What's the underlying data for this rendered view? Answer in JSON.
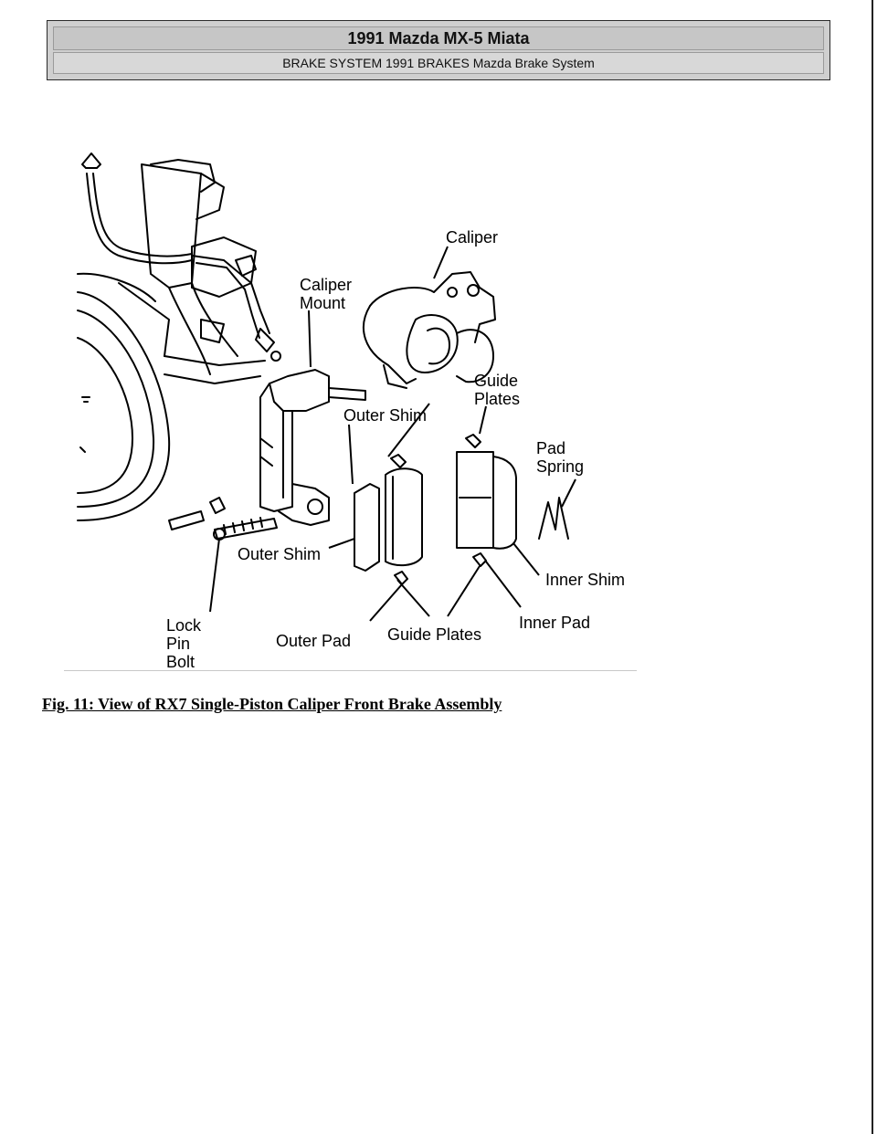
{
  "header": {
    "title": "1991 Mazda MX-5 Miata",
    "subtitle": "BRAKE SYSTEM 1991 BRAKES Mazda Brake System"
  },
  "figure": {
    "labels": {
      "caliper": "Caliper",
      "caliper_mount_line1": "Caliper",
      "caliper_mount_line2": "Mount",
      "guide_plates_top_line1": "Guide",
      "guide_plates_top_line2": "Plates",
      "outer_shim_top": "Outer Shim",
      "pad_spring_line1": "Pad",
      "pad_spring_line2": "Spring",
      "outer_shim_bottom": "Outer Shim",
      "inner_shim": "Inner Shim",
      "inner_pad": "Inner Pad",
      "lock_pin_bolt_line1": "Lock",
      "lock_pin_bolt_line2": "Pin",
      "lock_pin_bolt_line3": "Bolt",
      "outer_pad": "Outer Pad",
      "guide_plates_bottom": "Guide Plates"
    },
    "caption": "Fig. 11: View of RX7 Single-Piston Caliper Front Brake Assembly"
  }
}
